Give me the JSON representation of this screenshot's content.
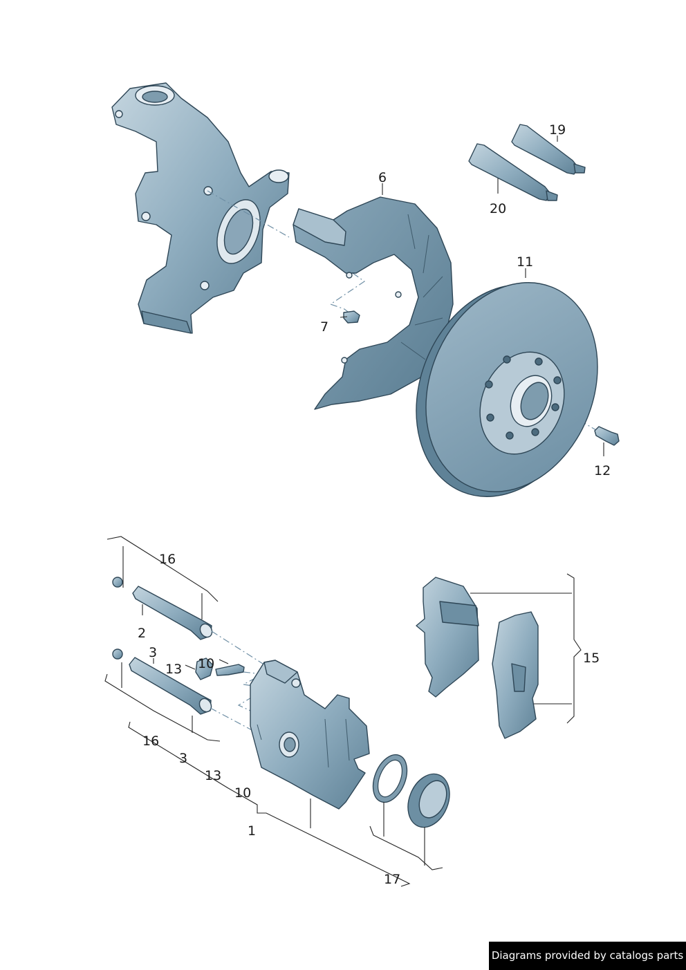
{
  "footer": {
    "text": "Diagrams provided by catalogs parts"
  },
  "colors": {
    "part_fill": "#7f9fb3",
    "part_light": "#b9ccd8",
    "part_dark": "#5a7d92",
    "outline": "#2e4656",
    "axis_line": "#6f8fa5"
  },
  "parts": [
    {
      "id": "steering-knuckle",
      "label": ""
    },
    {
      "id": "splash-shield",
      "label": "6"
    },
    {
      "id": "shield-bolt",
      "label": "7"
    },
    {
      "id": "grease-tube-a",
      "label": "19"
    },
    {
      "id": "grease-tube-b",
      "label": "20"
    },
    {
      "id": "brake-disc",
      "label": "11"
    },
    {
      "id": "disc-screw",
      "label": "12"
    },
    {
      "id": "guide-pin-kit-upper",
      "label": "16"
    },
    {
      "id": "guide-pin-upper",
      "label": "2"
    },
    {
      "id": "guide-pin-lower",
      "label": "3"
    },
    {
      "id": "bleed-cap",
      "label": "13"
    },
    {
      "id": "bleed-valve",
      "label": "10"
    },
    {
      "id": "brake-pads",
      "label": "15"
    },
    {
      "id": "caliper",
      "label": "1"
    },
    {
      "id": "piston-seal-kit",
      "label": "17"
    }
  ],
  "kit_labels": {
    "lower_16": "16",
    "lower_3": "3",
    "lower_13": "13",
    "lower_10": "10",
    "caliper_1": "1",
    "seals_17": "17"
  }
}
